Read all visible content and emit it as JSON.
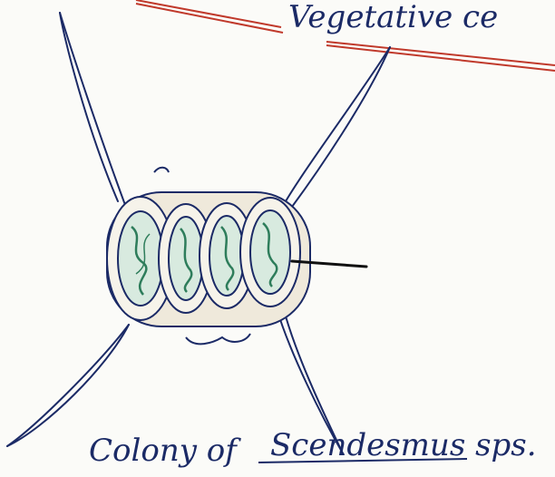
{
  "diagram": {
    "top_label": "Vegetative ce",
    "caption_prefix": "Colony of",
    "caption_species": "Scendesmus sps.",
    "colors": {
      "ink": "#1b2a66",
      "underline": "#c0392b",
      "chloroplast": "#2e7d5b",
      "paper": "#fbfbf8"
    }
  }
}
